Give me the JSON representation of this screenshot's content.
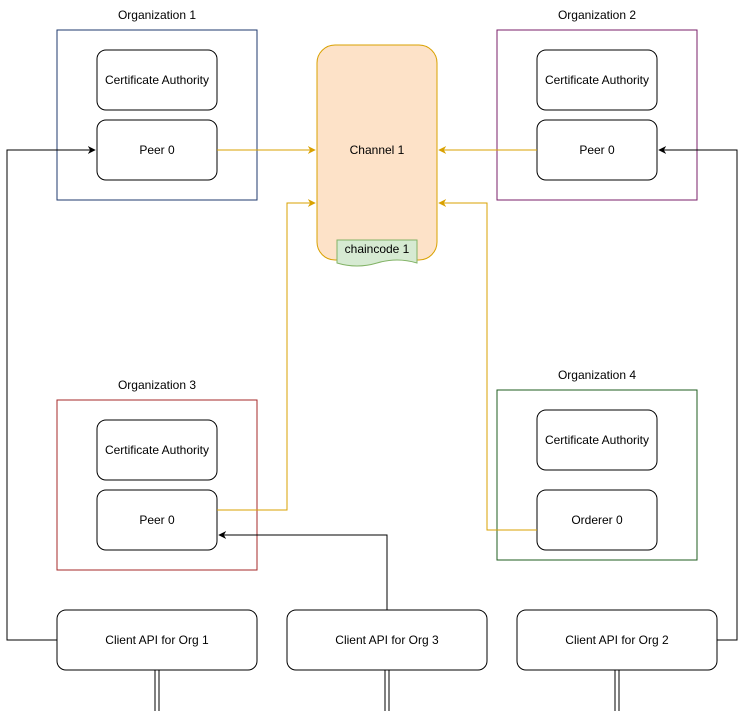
{
  "organizations": [
    {
      "title": "Organization 1",
      "border_color": "#1f3a6e",
      "ca_label": "Certificate Authority",
      "node_label": "Peer 0"
    },
    {
      "title": "Organization 2",
      "border_color": "#7a1f6a",
      "ca_label": "Certificate Authority",
      "node_label": "Peer 0"
    },
    {
      "title": "Organization 3",
      "border_color": "#a52a2a",
      "ca_label": "Certificate Authority",
      "node_label": "Peer 0"
    },
    {
      "title": "Organization 4",
      "border_color": "#1f5c1f",
      "ca_label": "Certificate Authority",
      "node_label": "Orderer 0"
    }
  ],
  "channel": {
    "label": "Channel 1",
    "fill": "#fde2c8",
    "stroke": "#d9a100",
    "chaincode_label": "chaincode 1",
    "chaincode_fill": "#d6ead2",
    "chaincode_stroke": "#82b366"
  },
  "clients": [
    {
      "label": "Client API for Org 1"
    },
    {
      "label": "Client API for Org 3"
    },
    {
      "label": "Client API for Org 2"
    }
  ],
  "colors": {
    "channel_edge": "#d9a100",
    "client_edge": "#000000"
  }
}
